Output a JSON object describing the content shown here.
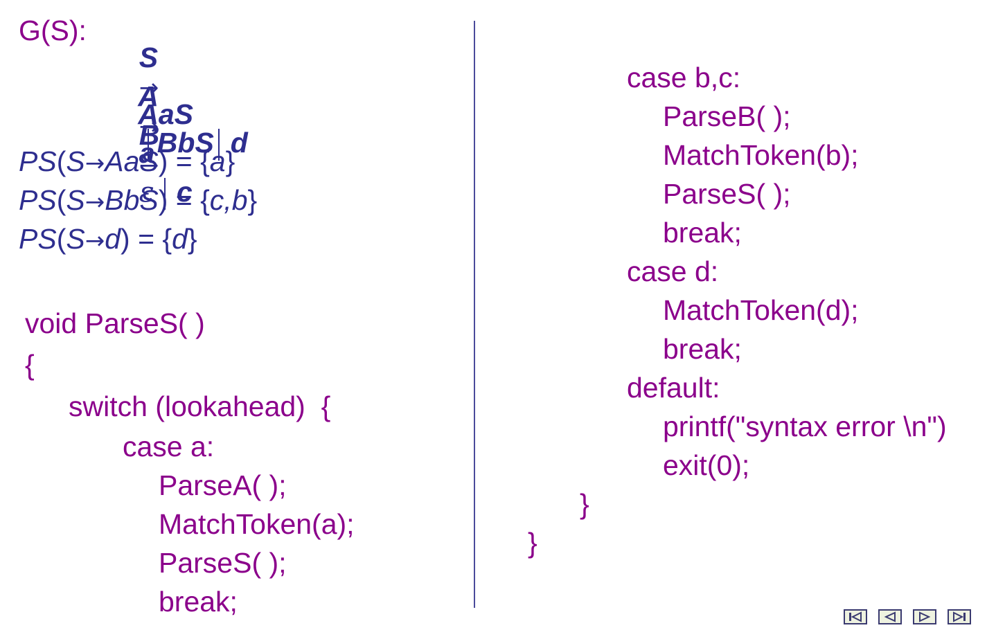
{
  "grammar": {
    "label": "G(S):",
    "rule_s": {
      "lhs": "S",
      "arrow": "→",
      "alt1": "AaS",
      "alt2": "BbS",
      "alt3": "d"
    },
    "rule_a": {
      "lhs": "A",
      "arrow": "→",
      "alt1": "a"
    },
    "rule_b": {
      "lhs": "B",
      "arrow": "→",
      "alt1": "ε",
      "alt2": "c"
    }
  },
  "predict_sets": [
    {
      "ps": "PS",
      "open": "(",
      "lhs": "S",
      "arrow": "→",
      "rhs": "AaS",
      "close": ") = {",
      "set": "a",
      "end": "}"
    },
    {
      "ps": "PS",
      "open": "(",
      "lhs": "S",
      "arrow": "→",
      "rhs": "BbS",
      "close": ") = {",
      "set": "c,b",
      "end": "}"
    },
    {
      "ps": "PS",
      "open": "(",
      "lhs": "S",
      "arrow": "→",
      "rhs": "d",
      "close": ") = {",
      "set": "d",
      "end": "}"
    }
  ],
  "code_left": [
    "void ParseS( )",
    "{",
    "switch (lookahead)  {",
    "case a:",
    "ParseA( );",
    "MatchToken(a);",
    "ParseS( );",
    "break;"
  ],
  "code_right": [
    "case b,c:",
    "ParseB( );",
    "MatchToken(b);",
    "ParseS( );",
    "break;",
    "case d:",
    "MatchToken(d);",
    "break;",
    "default:",
    "printf(\"syntax error \\n\")",
    "exit(0);",
    "}",
    "}"
  ],
  "nav": {
    "first": "first-slide-icon",
    "prev": "previous-slide-icon",
    "next": "next-slide-icon",
    "last": "last-slide-icon"
  }
}
